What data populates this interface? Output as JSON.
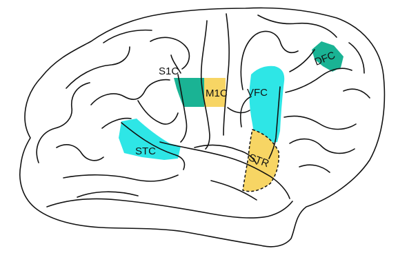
{
  "regions": {
    "s1c": {
      "label": "S1C",
      "color": "#1ab394"
    },
    "m1c": {
      "label": "M1C",
      "color": "#f7d564"
    },
    "vfc": {
      "label": "VFC",
      "color": "#2ee6e6"
    },
    "dfc": {
      "label": "DFC",
      "color": "#1ab394"
    },
    "stc": {
      "label": "STC",
      "color": "#2ee6e6"
    },
    "str": {
      "label": "STR",
      "color": "#f7d564"
    }
  },
  "colors": {
    "outline": "#111111",
    "background": "#ffffff"
  }
}
